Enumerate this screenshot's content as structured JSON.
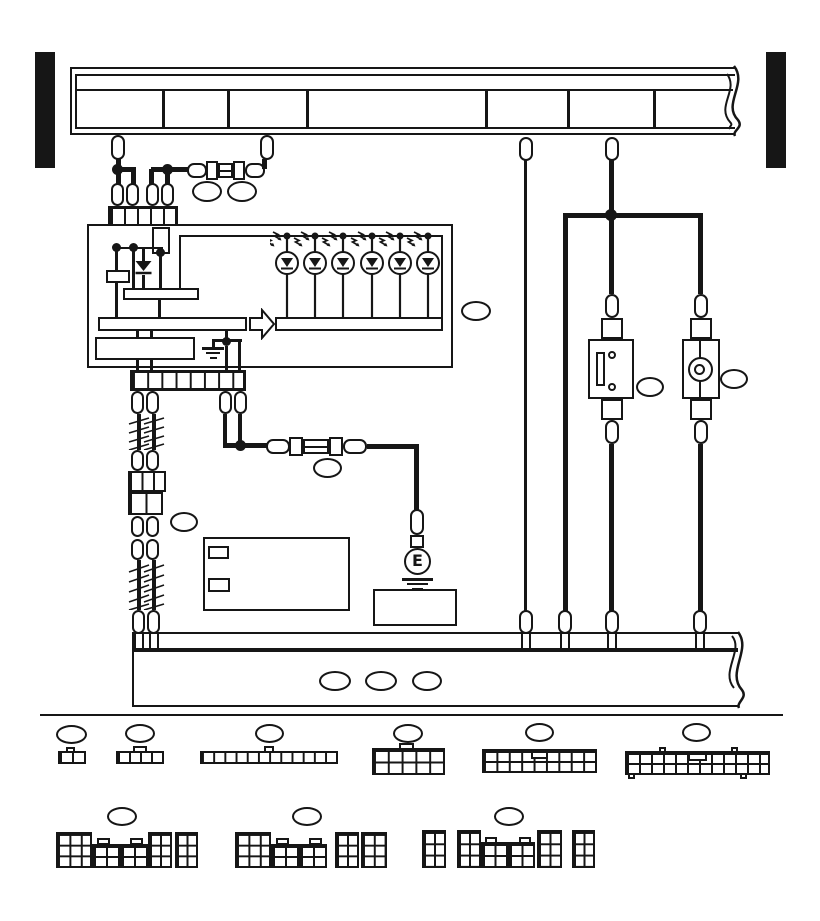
{
  "diagram": {
    "ground_terminal_label": "E",
    "line_color": "#161616",
    "background_color": "#ffffff"
  },
  "structure": {
    "top_bus": {
      "lower_segment_count": 7,
      "drop_terminals": 4,
      "break_edge": "right"
    },
    "bottom_bus": {
      "entry_terminals": 6,
      "blank_ovals": 3,
      "break_edge": "right"
    },
    "meter_unit": {
      "led_count": 6,
      "has_diode": true,
      "has_internal_ground": true
    },
    "inline_fuses": 2,
    "twisted_pair_sections": 2,
    "legend_box_swatches": 2,
    "row1_connector_grids": [
      "1x2",
      "1x4",
      "1x12",
      "2x5",
      "2x9",
      "2x12"
    ],
    "row2_connector_grids": [
      "multi-block 3-row",
      "multi-block 3-row",
      "multi-block 3-row"
    ],
    "blank_callout_ovals": 19
  }
}
